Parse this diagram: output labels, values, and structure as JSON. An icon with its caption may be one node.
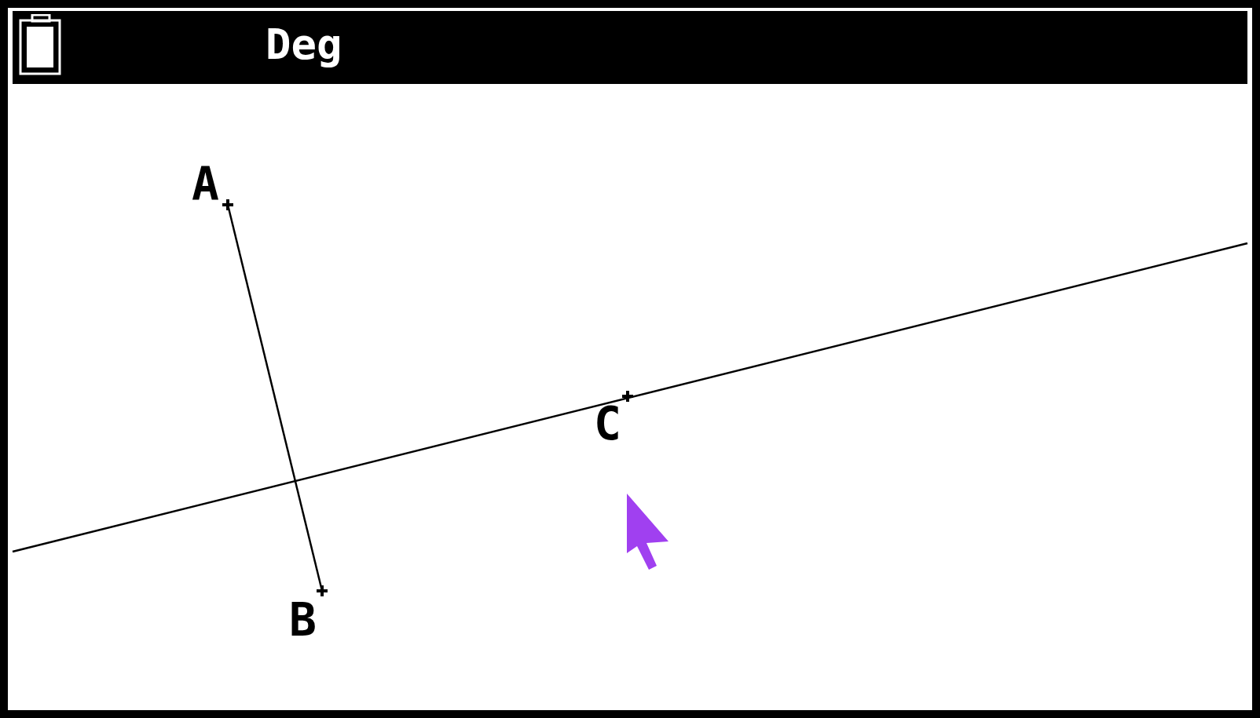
{
  "diagram": {
    "nodes": [
      {
        "text": [
          "A"
        ]
      },
      {
        "text": [
          "B"
        ]
      },
      {
        "text": [
          "C"
        ]
      }
    ],
    "edges": [
      {
        "from": 0,
        "to": 1,
        "arrow": "none"
      }
    ],
    "labels": [
      "Deg"
    ]
  }
}
